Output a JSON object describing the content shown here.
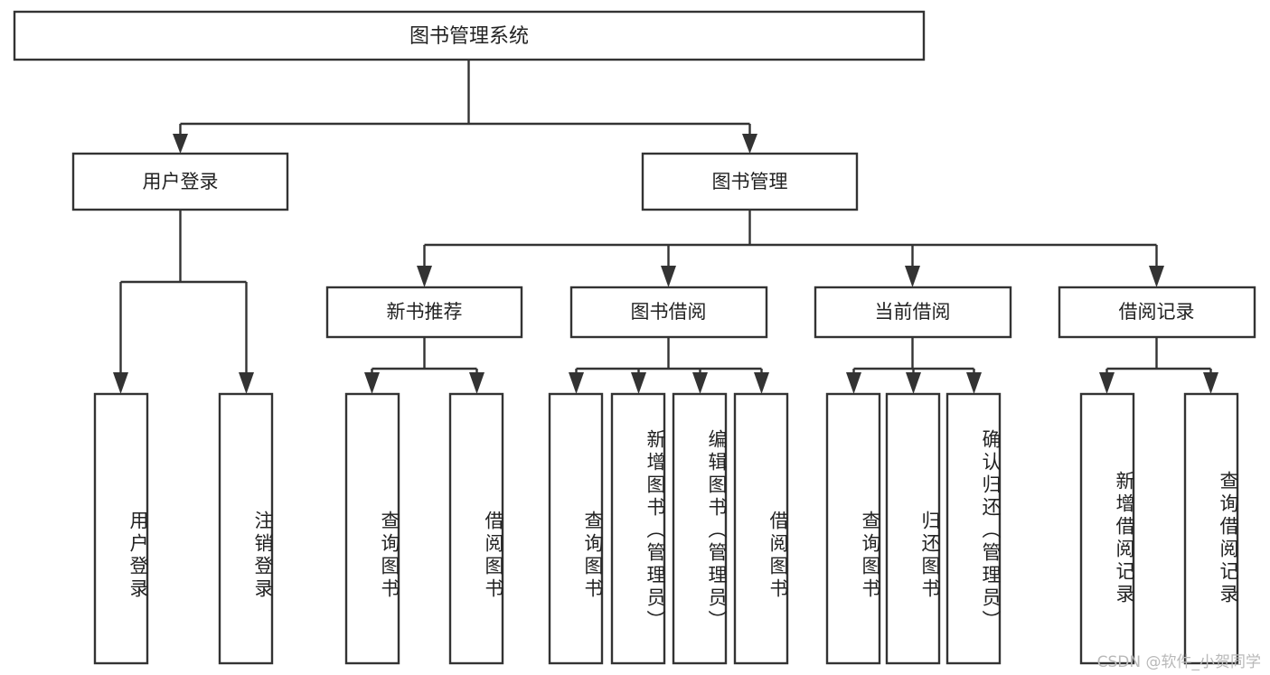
{
  "diagram": {
    "type": "tree-hierarchy-chart",
    "title": "图书管理系统",
    "watermark": "CSDN @软件_小贺同学",
    "colors": {
      "box_stroke": "#333333",
      "box_fill": "#ffffff",
      "connector": "#333333",
      "text": "#222222",
      "watermark": "#b9b9b9",
      "background": "#ffffff"
    },
    "root": {
      "label": "图书管理系统"
    },
    "level2": [
      {
        "label": "用户登录"
      },
      {
        "label": "图书管理"
      }
    ],
    "level3": [
      {
        "label": "新书推荐"
      },
      {
        "label": "图书借阅"
      },
      {
        "label": "当前借阅"
      },
      {
        "label": "借阅记录"
      }
    ],
    "leaves": {
      "user_login": [
        {
          "label": "用户登录"
        },
        {
          "label": "注销登录"
        }
      ],
      "new_book_recommend": [
        {
          "label": "查询图书"
        },
        {
          "label": "借阅图书"
        }
      ],
      "book_borrow": [
        {
          "label": "查询图书"
        },
        {
          "label": "新增图书（管理员）"
        },
        {
          "label": "编辑图书（管理员）"
        },
        {
          "label": "借阅图书"
        }
      ],
      "current_borrow": [
        {
          "label": "查询图书"
        },
        {
          "label": "归还图书"
        },
        {
          "label": "确认归还（管理员）"
        }
      ],
      "borrow_record": [
        {
          "label": "新增借阅记录"
        },
        {
          "label": "查询借阅记录"
        }
      ]
    }
  }
}
